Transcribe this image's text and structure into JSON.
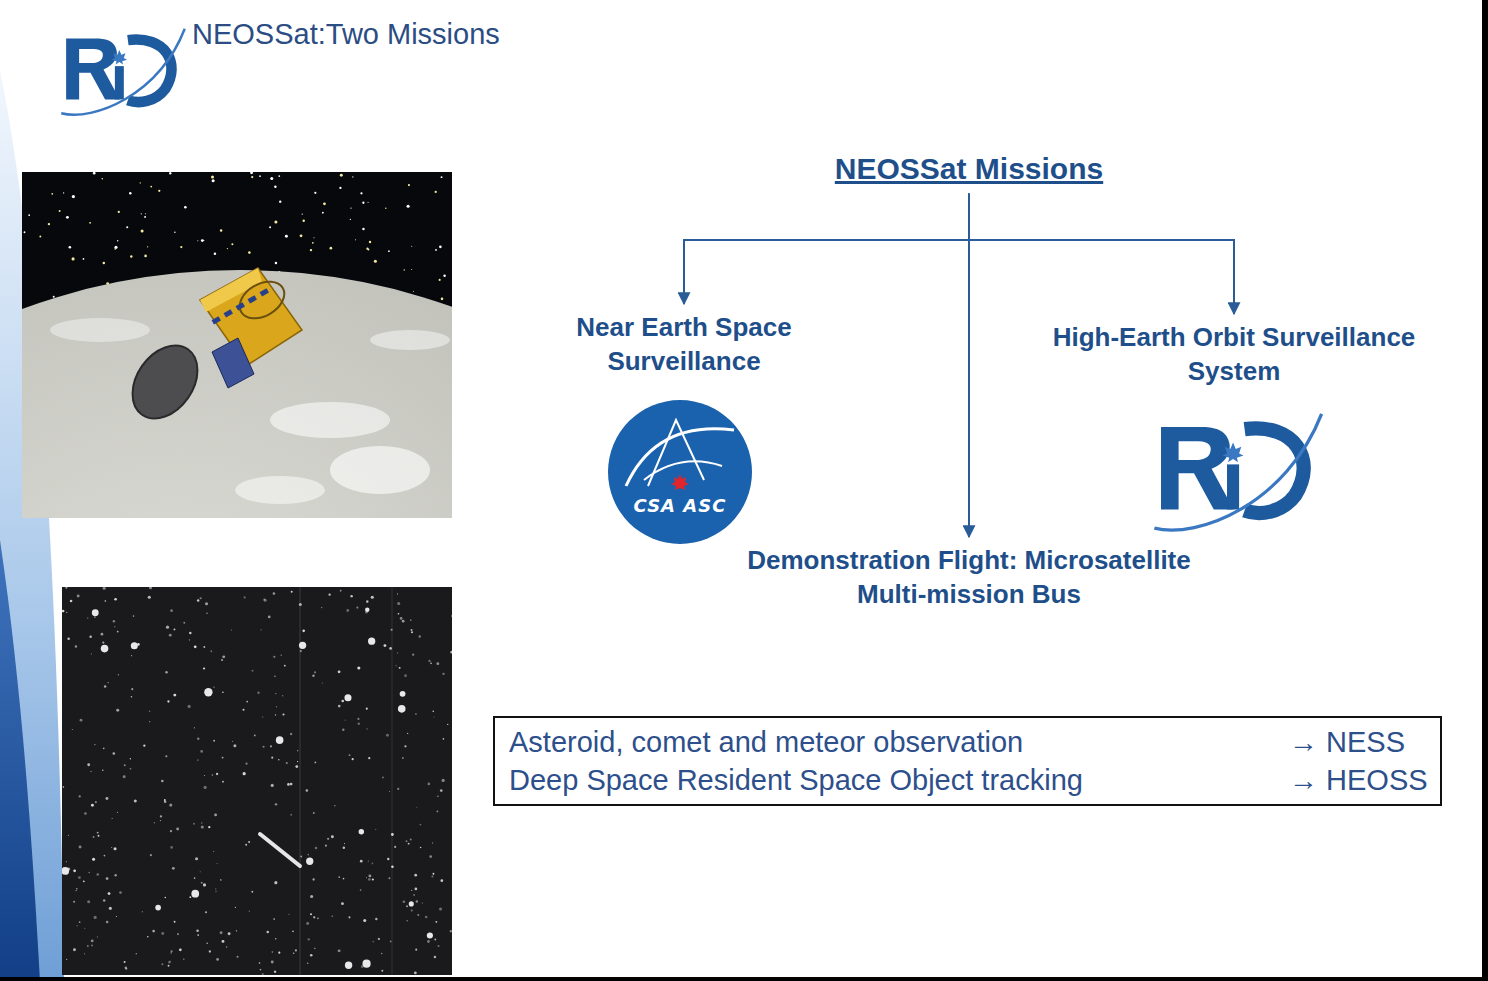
{
  "diagram": {
    "title": "NEOSSat:Two Missions",
    "nodes": [
      {
        "text": [
          "NEOSSat Missions"
        ]
      },
      {
        "text": [
          "Near Earth Space Surveillance"
        ]
      },
      {
        "text": [
          "High-Earth Orbit Surveillance System"
        ]
      },
      {
        "text": [
          "Demonstration Flight: Microsatellite Multi-mission Bus"
        ]
      },
      {
        "text": [
          "Asteroid, comet and meteor observation",
          "→ NESS",
          "Deep Space Resident Space Object tracking",
          "→ HEOSS"
        ]
      }
    ],
    "edges": [
      {
        "from": 0,
        "to": 1,
        "arrow": "to"
      },
      {
        "from": 0,
        "to": 2,
        "arrow": "to"
      },
      {
        "from": 0,
        "to": 3,
        "arrow": "to"
      }
    ],
    "labels": [
      "CSA ASC"
    ]
  }
}
